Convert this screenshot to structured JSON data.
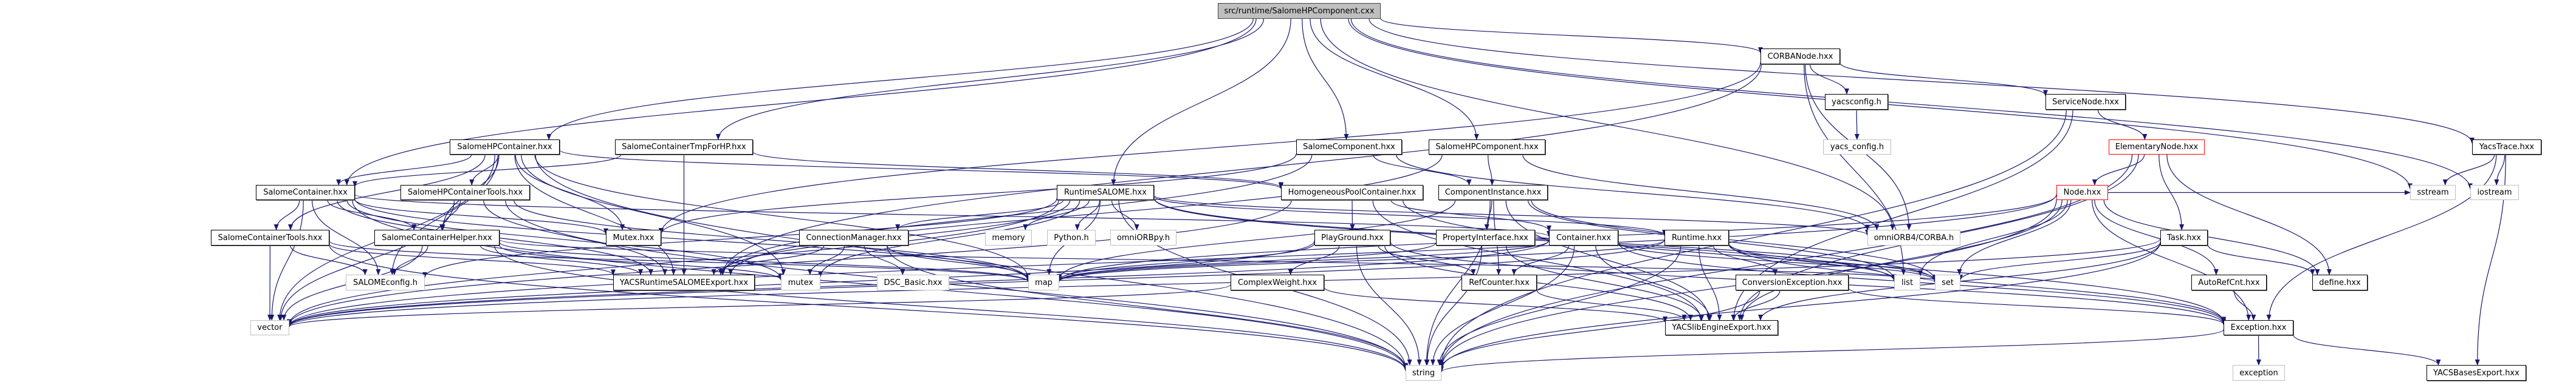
{
  "edge_color": "#191970",
  "nodes": [
    {
      "id": "root",
      "label": "src/runtime/SalomeHPComponent.cxx",
      "style": "root"
    },
    {
      "id": "CORBANode",
      "label": "CORBANode.hxx",
      "style": "normal"
    },
    {
      "id": "yacsconfig",
      "label": "yacsconfig.h",
      "style": "normal"
    },
    {
      "id": "yacs_config",
      "label": "yacs_config.h",
      "style": "external"
    },
    {
      "id": "ServiceNode",
      "label": "ServiceNode.hxx",
      "style": "normal"
    },
    {
      "id": "ElementaryNode",
      "label": "ElementaryNode.hxx",
      "style": "truncated"
    },
    {
      "id": "Node",
      "label": "Node.hxx",
      "style": "truncated"
    },
    {
      "id": "YacsTrace",
      "label": "YacsTrace.hxx",
      "style": "normal"
    },
    {
      "id": "sstream",
      "label": "sstream",
      "style": "external"
    },
    {
      "id": "iostream",
      "label": "iostream",
      "style": "external"
    },
    {
      "id": "Task",
      "label": "Task.hxx",
      "style": "normal"
    },
    {
      "id": "AutoRefCnt",
      "label": "AutoRefCnt.hxx",
      "style": "normal"
    },
    {
      "id": "define",
      "label": "define.hxx",
      "style": "normal"
    },
    {
      "id": "Exception",
      "label": "Exception.hxx",
      "style": "normal"
    },
    {
      "id": "exception",
      "label": "exception",
      "style": "external"
    },
    {
      "id": "YACSBasesExport",
      "label": "YACSBasesExport.hxx",
      "style": "normal"
    },
    {
      "id": "SalomeHPContainer",
      "label": "SalomeHPContainer.hxx",
      "style": "normal"
    },
    {
      "id": "SalomeContainerTmpForHP",
      "label": "SalomeContainerTmpForHP.hxx",
      "style": "normal"
    },
    {
      "id": "SalomeComponent",
      "label": "SalomeComponent.hxx",
      "style": "normal"
    },
    {
      "id": "SalomeHPComponent",
      "label": "SalomeHPComponent.hxx",
      "style": "normal"
    },
    {
      "id": "SalomeContainer",
      "label": "SalomeContainer.hxx",
      "style": "normal"
    },
    {
      "id": "SalomeHPContainerTools",
      "label": "SalomeHPContainerTools.hxx",
      "style": "normal"
    },
    {
      "id": "RuntimeSALOME",
      "label": "RuntimeSALOME.hxx",
      "style": "normal"
    },
    {
      "id": "HomogeneousPoolContainer",
      "label": "HomogeneousPoolContainer.hxx",
      "style": "normal"
    },
    {
      "id": "ComponentInstance",
      "label": "ComponentInstance.hxx",
      "style": "normal"
    },
    {
      "id": "SalomeContainerTools",
      "label": "SalomeContainerTools.hxx",
      "style": "normal"
    },
    {
      "id": "SalomeContainerHelper",
      "label": "SalomeContainerHelper.hxx",
      "style": "normal"
    },
    {
      "id": "Mutex",
      "label": "Mutex.hxx",
      "style": "normal"
    },
    {
      "id": "ConnectionManager",
      "label": "ConnectionManager.hxx",
      "style": "normal"
    },
    {
      "id": "memory",
      "label": "memory",
      "style": "external"
    },
    {
      "id": "Python",
      "label": "Python.h",
      "style": "external"
    },
    {
      "id": "omniORBpy",
      "label": "omniORBpy.h",
      "style": "external"
    },
    {
      "id": "PlayGround",
      "label": "PlayGround.hxx",
      "style": "normal"
    },
    {
      "id": "PropertyInterface",
      "label": "PropertyInterface.hxx",
      "style": "normal"
    },
    {
      "id": "Container",
      "label": "Container.hxx",
      "style": "normal"
    },
    {
      "id": "Runtime",
      "label": "Runtime.hxx",
      "style": "normal"
    },
    {
      "id": "CORBA",
      "label": "omniORB4/CORBA.h",
      "style": "external"
    },
    {
      "id": "SALOMEconfig",
      "label": "SALOMEconfig.h",
      "style": "external"
    },
    {
      "id": "YACSRuntimeSALOMEExport",
      "label": "YACSRuntimeSALOMEExport.hxx",
      "style": "normal"
    },
    {
      "id": "mutex",
      "label": "mutex",
      "style": "external"
    },
    {
      "id": "DSC_Basic",
      "label": "DSC_Basic.hxx",
      "style": "external"
    },
    {
      "id": "map",
      "label": "map",
      "style": "external"
    },
    {
      "id": "ComplexWeight",
      "label": "ComplexWeight.hxx",
      "style": "normal"
    },
    {
      "id": "RefCounter",
      "label": "RefCounter.hxx",
      "style": "normal"
    },
    {
      "id": "ConversionException",
      "label": "ConversionException.hxx",
      "style": "normal"
    },
    {
      "id": "list",
      "label": "list",
      "style": "external"
    },
    {
      "id": "set",
      "label": "set",
      "style": "external"
    },
    {
      "id": "vector",
      "label": "vector",
      "style": "external"
    },
    {
      "id": "YACSlibEngineExport",
      "label": "YACSlibEngineExport.hxx",
      "style": "normal"
    },
    {
      "id": "string",
      "label": "string",
      "style": "external"
    }
  ],
  "edges": [
    [
      "root",
      "SalomeHPContainer"
    ],
    [
      "root",
      "SalomeContainer"
    ],
    [
      "root",
      "SalomeContainerTmpForHP"
    ],
    [
      "root",
      "RuntimeSALOME"
    ],
    [
      "root",
      "SalomeComponent"
    ],
    [
      "root",
      "SalomeHPComponent"
    ],
    [
      "root",
      "CORBANode"
    ],
    [
      "root",
      "CORBA"
    ],
    [
      "root",
      "YacsTrace"
    ],
    [
      "root",
      "sstream"
    ],
    [
      "root",
      "iostream"
    ],
    [
      "SalomeHPContainer",
      "SalomeContainer"
    ],
    [
      "SalomeHPContainer",
      "SalomeHPContainerTools"
    ],
    [
      "SalomeHPContainer",
      "SalomeContainerTools"
    ],
    [
      "SalomeHPContainer",
      "SalomeContainerHelper"
    ],
    [
      "SalomeHPContainer",
      "Mutex"
    ],
    [
      "SalomeHPContainer",
      "HomogeneousPoolContainer"
    ],
    [
      "SalomeHPContainer",
      "YACSRuntimeSALOMEExport"
    ],
    [
      "SalomeHPContainer",
      "vector"
    ],
    [
      "SalomeHPContainer",
      "map"
    ],
    [
      "SalomeHPContainer",
      "string"
    ],
    [
      "SalomeHPContainer",
      "SALOMEconfig"
    ],
    [
      "SalomeHPContainer",
      "mutex"
    ],
    [
      "SalomeContainer",
      "SalomeContainerTools"
    ],
    [
      "SalomeContainer",
      "SalomeContainerHelper"
    ],
    [
      "SalomeContainer",
      "Mutex"
    ],
    [
      "SalomeContainer",
      "Container"
    ],
    [
      "SalomeContainer",
      "YACSRuntimeSALOMEExport"
    ],
    [
      "SalomeContainer",
      "SALOMEconfig"
    ],
    [
      "SalomeContainer",
      "vector"
    ],
    [
      "SalomeContainer",
      "string"
    ],
    [
      "SalomeContainer",
      "map"
    ],
    [
      "SalomeContainer",
      "mutex"
    ],
    [
      "SalomeHPContainerTools",
      "SalomeContainerHelper"
    ],
    [
      "SalomeHPContainerTools",
      "YACSRuntimeSALOMEExport"
    ],
    [
      "SalomeHPContainerTools",
      "vector"
    ],
    [
      "SalomeHPContainerTools",
      "map"
    ],
    [
      "SalomeHPContainerTools",
      "string"
    ],
    [
      "SalomeContainerTools",
      "SALOMEconfig"
    ],
    [
      "SalomeContainerTools",
      "YACSRuntimeSALOMEExport"
    ],
    [
      "SalomeContainerTools",
      "vector"
    ],
    [
      "SalomeContainerTools",
      "string"
    ],
    [
      "SalomeContainerTools",
      "map"
    ],
    [
      "SalomeContainerHelper",
      "SALOMEconfig"
    ],
    [
      "SalomeContainerHelper",
      "YACSRuntimeSALOMEExport"
    ],
    [
      "SalomeContainerHelper",
      "vector"
    ],
    [
      "SalomeContainerHelper",
      "string"
    ],
    [
      "SalomeContainerHelper",
      "map"
    ],
    [
      "SalomeContainerHelper",
      "set"
    ],
    [
      "SalomeContainerHelper",
      "mutex"
    ],
    [
      "SalomeContainerTmpForHP",
      "SalomeContainer"
    ],
    [
      "SalomeContainerTmpForHP",
      "YACSRuntimeSALOMEExport"
    ],
    [
      "SalomeContainerTmpForHP",
      "HomogeneousPoolContainer"
    ],
    [
      "RuntimeSALOME",
      "ConnectionManager"
    ],
    [
      "RuntimeSALOME",
      "memory"
    ],
    [
      "RuntimeSALOME",
      "Python"
    ],
    [
      "RuntimeSALOME",
      "omniORBpy"
    ],
    [
      "RuntimeSALOME",
      "YACSRuntimeSALOMEExport"
    ],
    [
      "RuntimeSALOME",
      "Runtime"
    ],
    [
      "RuntimeSALOME",
      "string"
    ],
    [
      "RuntimeSALOME",
      "set"
    ],
    [
      "RuntimeSALOME",
      "list"
    ],
    [
      "RuntimeSALOME",
      "map"
    ],
    [
      "RuntimeSALOME",
      "SALOMEconfig"
    ],
    [
      "RuntimeSALOME",
      "vector"
    ],
    [
      "RuntimeSALOME",
      "mutex"
    ],
    [
      "RuntimeSALOME",
      "CORBA"
    ],
    [
      "ConnectionManager",
      "YACSRuntimeSALOMEExport"
    ],
    [
      "ConnectionManager",
      "DSC_Basic"
    ],
    [
      "ConnectionManager",
      "map"
    ],
    [
      "ConnectionManager",
      "string"
    ],
    [
      "ConnectionManager",
      "mutex"
    ],
    [
      "SalomeComponent",
      "ComponentInstance"
    ],
    [
      "SalomeComponent",
      "YACSRuntimeSALOMEExport"
    ],
    [
      "SalomeComponent",
      "CORBA"
    ],
    [
      "SalomeComponent",
      "Mutex"
    ],
    [
      "SalomeHPComponent",
      "ComponentInstance"
    ],
    [
      "SalomeHPComponent",
      "YACSRuntimeSALOMEExport"
    ],
    [
      "SalomeHPComponent",
      "CORBA"
    ],
    [
      "HomogeneousPoolContainer",
      "Container"
    ],
    [
      "HomogeneousPoolContainer",
      "PlayGround"
    ],
    [
      "HomogeneousPoolContainer",
      "YACSlibEngineExport"
    ],
    [
      "HomogeneousPoolContainer",
      "vector"
    ],
    [
      "HomogeneousPoolContainer",
      "Exception"
    ],
    [
      "ComponentInstance",
      "PropertyInterface"
    ],
    [
      "ComponentInstance",
      "RefCounter"
    ],
    [
      "ComponentInstance",
      "YACSlibEngineExport"
    ],
    [
      "ComponentInstance",
      "list"
    ],
    [
      "ComponentInstance",
      "string"
    ],
    [
      "ComponentInstance",
      "map"
    ],
    [
      "ComponentInstance",
      "set"
    ],
    [
      "PlayGround",
      "ComplexWeight"
    ],
    [
      "PlayGround",
      "RefCounter"
    ],
    [
      "PlayGround",
      "YACSlibEngineExport"
    ],
    [
      "PlayGround",
      "string"
    ],
    [
      "PlayGround",
      "vector"
    ],
    [
      "PlayGround",
      "map"
    ],
    [
      "PlayGround",
      "Exception"
    ],
    [
      "PropertyInterface",
      "YACSlibEngineExport"
    ],
    [
      "PropertyInterface",
      "string"
    ],
    [
      "PropertyInterface",
      "map"
    ],
    [
      "Container",
      "Exception"
    ],
    [
      "Container",
      "RefCounter"
    ],
    [
      "Container",
      "YACSlibEngineExport"
    ],
    [
      "Container",
      "string"
    ],
    [
      "Container",
      "map"
    ],
    [
      "Container",
      "vector"
    ],
    [
      "Container",
      "set"
    ],
    [
      "Runtime",
      "ConversionException"
    ],
    [
      "Runtime",
      "YACSlibEngineExport"
    ],
    [
      "Runtime",
      "string"
    ],
    [
      "Runtime",
      "set"
    ],
    [
      "Runtime",
      "list"
    ],
    [
      "Runtime",
      "map"
    ],
    [
      "Runtime",
      "vector"
    ],
    [
      "Runtime",
      "Exception"
    ],
    [
      "ComplexWeight",
      "YACSlibEngineExport"
    ],
    [
      "ComplexWeight",
      "vector"
    ],
    [
      "RefCounter",
      "YACSlibEngineExport"
    ],
    [
      "ConversionException",
      "Exception"
    ],
    [
      "ConversionException",
      "YACSlibEngineExport"
    ],
    [
      "ConversionException",
      "string"
    ],
    [
      "CORBANode",
      "yacsconfig"
    ],
    [
      "CORBANode",
      "ServiceNode"
    ],
    [
      "CORBANode",
      "CORBA"
    ],
    [
      "CORBANode",
      "list"
    ],
    [
      "CORBANode",
      "YACSRuntimeSALOMEExport"
    ],
    [
      "CORBANode",
      "Mutex"
    ],
    [
      "yacsconfig",
      "yacs_config"
    ],
    [
      "ServiceNode",
      "ElementaryNode"
    ],
    [
      "ServiceNode",
      "YACSlibEngineExport"
    ],
    [
      "ServiceNode",
      "string"
    ],
    [
      "ElementaryNode",
      "Node"
    ],
    [
      "ElementaryNode",
      "Task"
    ],
    [
      "ElementaryNode",
      "define"
    ],
    [
      "ElementaryNode",
      "YACSlibEngineExport"
    ],
    [
      "ElementaryNode",
      "string"
    ],
    [
      "Node",
      "list"
    ],
    [
      "Node",
      "set"
    ],
    [
      "Node",
      "map"
    ],
    [
      "Node",
      "string"
    ],
    [
      "Node",
      "vector"
    ],
    [
      "Node",
      "YACSlibEngineExport"
    ],
    [
      "Node",
      "Exception"
    ],
    [
      "Node",
      "define"
    ],
    [
      "Node",
      "AutoRefCnt"
    ],
    [
      "Node",
      "sstream"
    ],
    [
      "Task",
      "define"
    ],
    [
      "Task",
      "YACSlibEngineExport"
    ],
    [
      "Task",
      "set"
    ],
    [
      "Task",
      "string"
    ],
    [
      "Task",
      "vector"
    ],
    [
      "AutoRefCnt",
      "Exception"
    ],
    [
      "Exception",
      "exception"
    ],
    [
      "Exception",
      "YACSBasesExport"
    ],
    [
      "Exception",
      "string"
    ],
    [
      "YacsTrace",
      "sstream"
    ],
    [
      "YacsTrace",
      "iostream"
    ],
    [
      "YacsTrace",
      "Exception"
    ],
    [
      "YacsTrace",
      "YACSBasesExport"
    ]
  ]
}
